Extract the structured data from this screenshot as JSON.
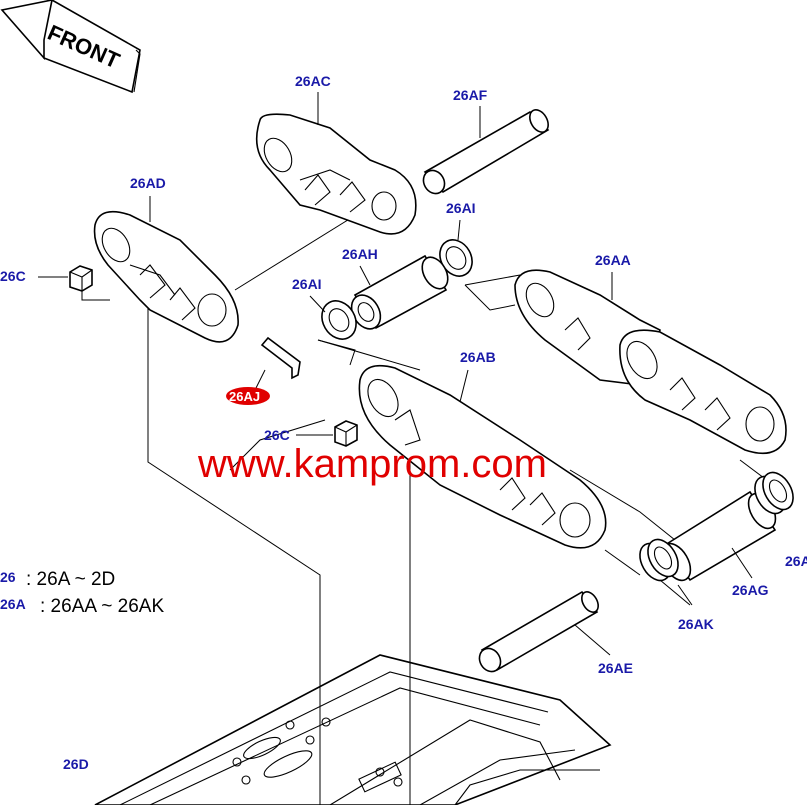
{
  "front_arrow": {
    "text": "FRONT"
  },
  "labels": {
    "l26AC": "26AC",
    "l26AF": "26AF",
    "l26AD": "26AD",
    "l26AI_top": "26AI",
    "l26AH": "26AH",
    "l26AI_left": "26AI",
    "l26AA": "26AA",
    "l26C_left": "26C",
    "l26AJ": "26AJ",
    "l26AB": "26AB",
    "l26C_mid": "26C",
    "l26AG": "26AG",
    "l26AK": "26AK",
    "l26AE": "26AE",
    "l26D": "26D",
    "l26A_right_partial": "26A"
  },
  "legend": {
    "row1_key": "26",
    "row1_text": ": 26A ~ 2D",
    "row2_key": "26A",
    "row2_text": ": 26AA ~ 26AK"
  },
  "watermark": "www.kamprom.com",
  "colors": {
    "label": "#1a1aa8",
    "watermark": "#e00000",
    "highlight": "#e00000"
  }
}
